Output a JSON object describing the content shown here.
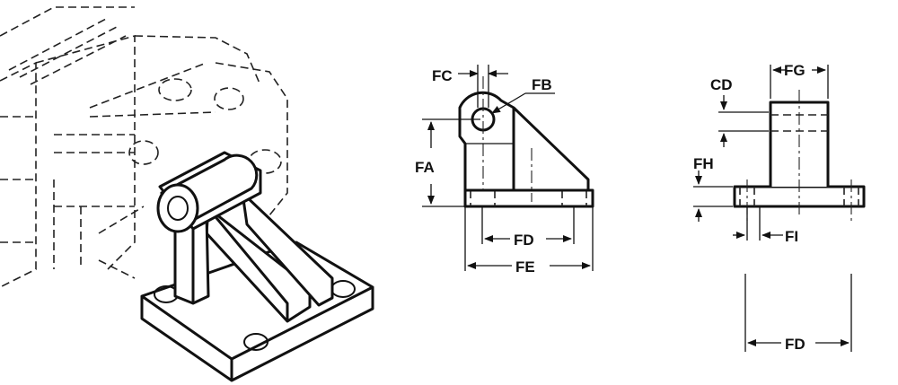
{
  "labels": {
    "fc": "FC",
    "fb": "FB",
    "fa": "FA",
    "fd": "FD",
    "fe": "FE",
    "fg": "FG",
    "cd": "CD",
    "fh": "FH",
    "fi": "FI",
    "fd_bottom": "FD"
  }
}
